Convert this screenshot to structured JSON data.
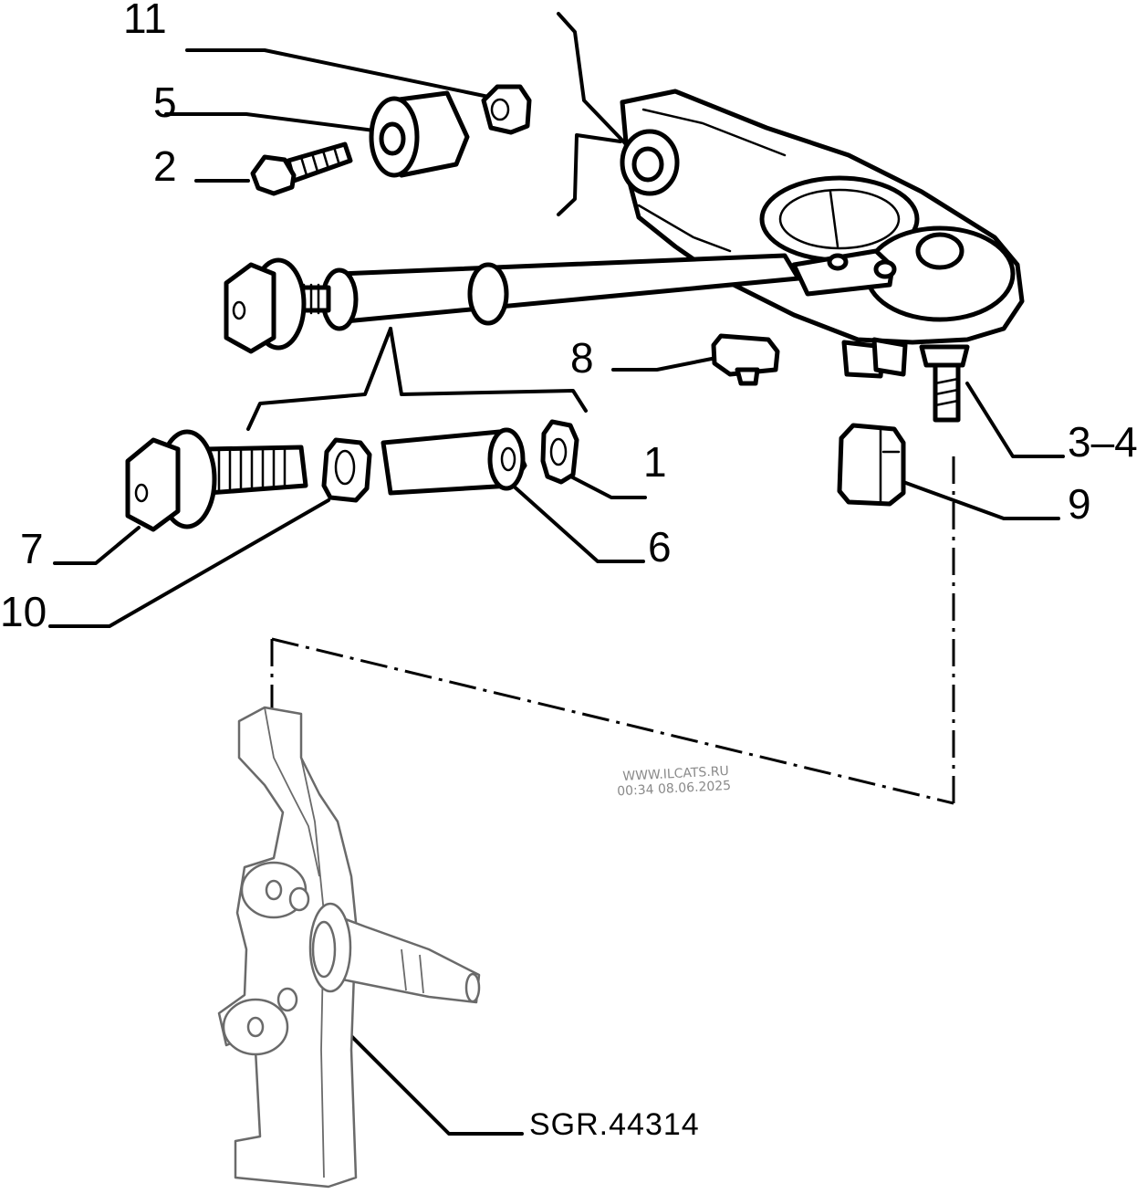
{
  "callouts": {
    "c11": "11",
    "c5": "5",
    "c2": "2",
    "c8": "8",
    "c1": "1",
    "c34": "3–4",
    "c9": "9",
    "c6": "6",
    "c7": "7",
    "c10": "10"
  },
  "reference": "SGR.44314",
  "watermark": {
    "site": "WWW.ILCATS.RU",
    "timestamp": "00:34 08.06.2025"
  }
}
